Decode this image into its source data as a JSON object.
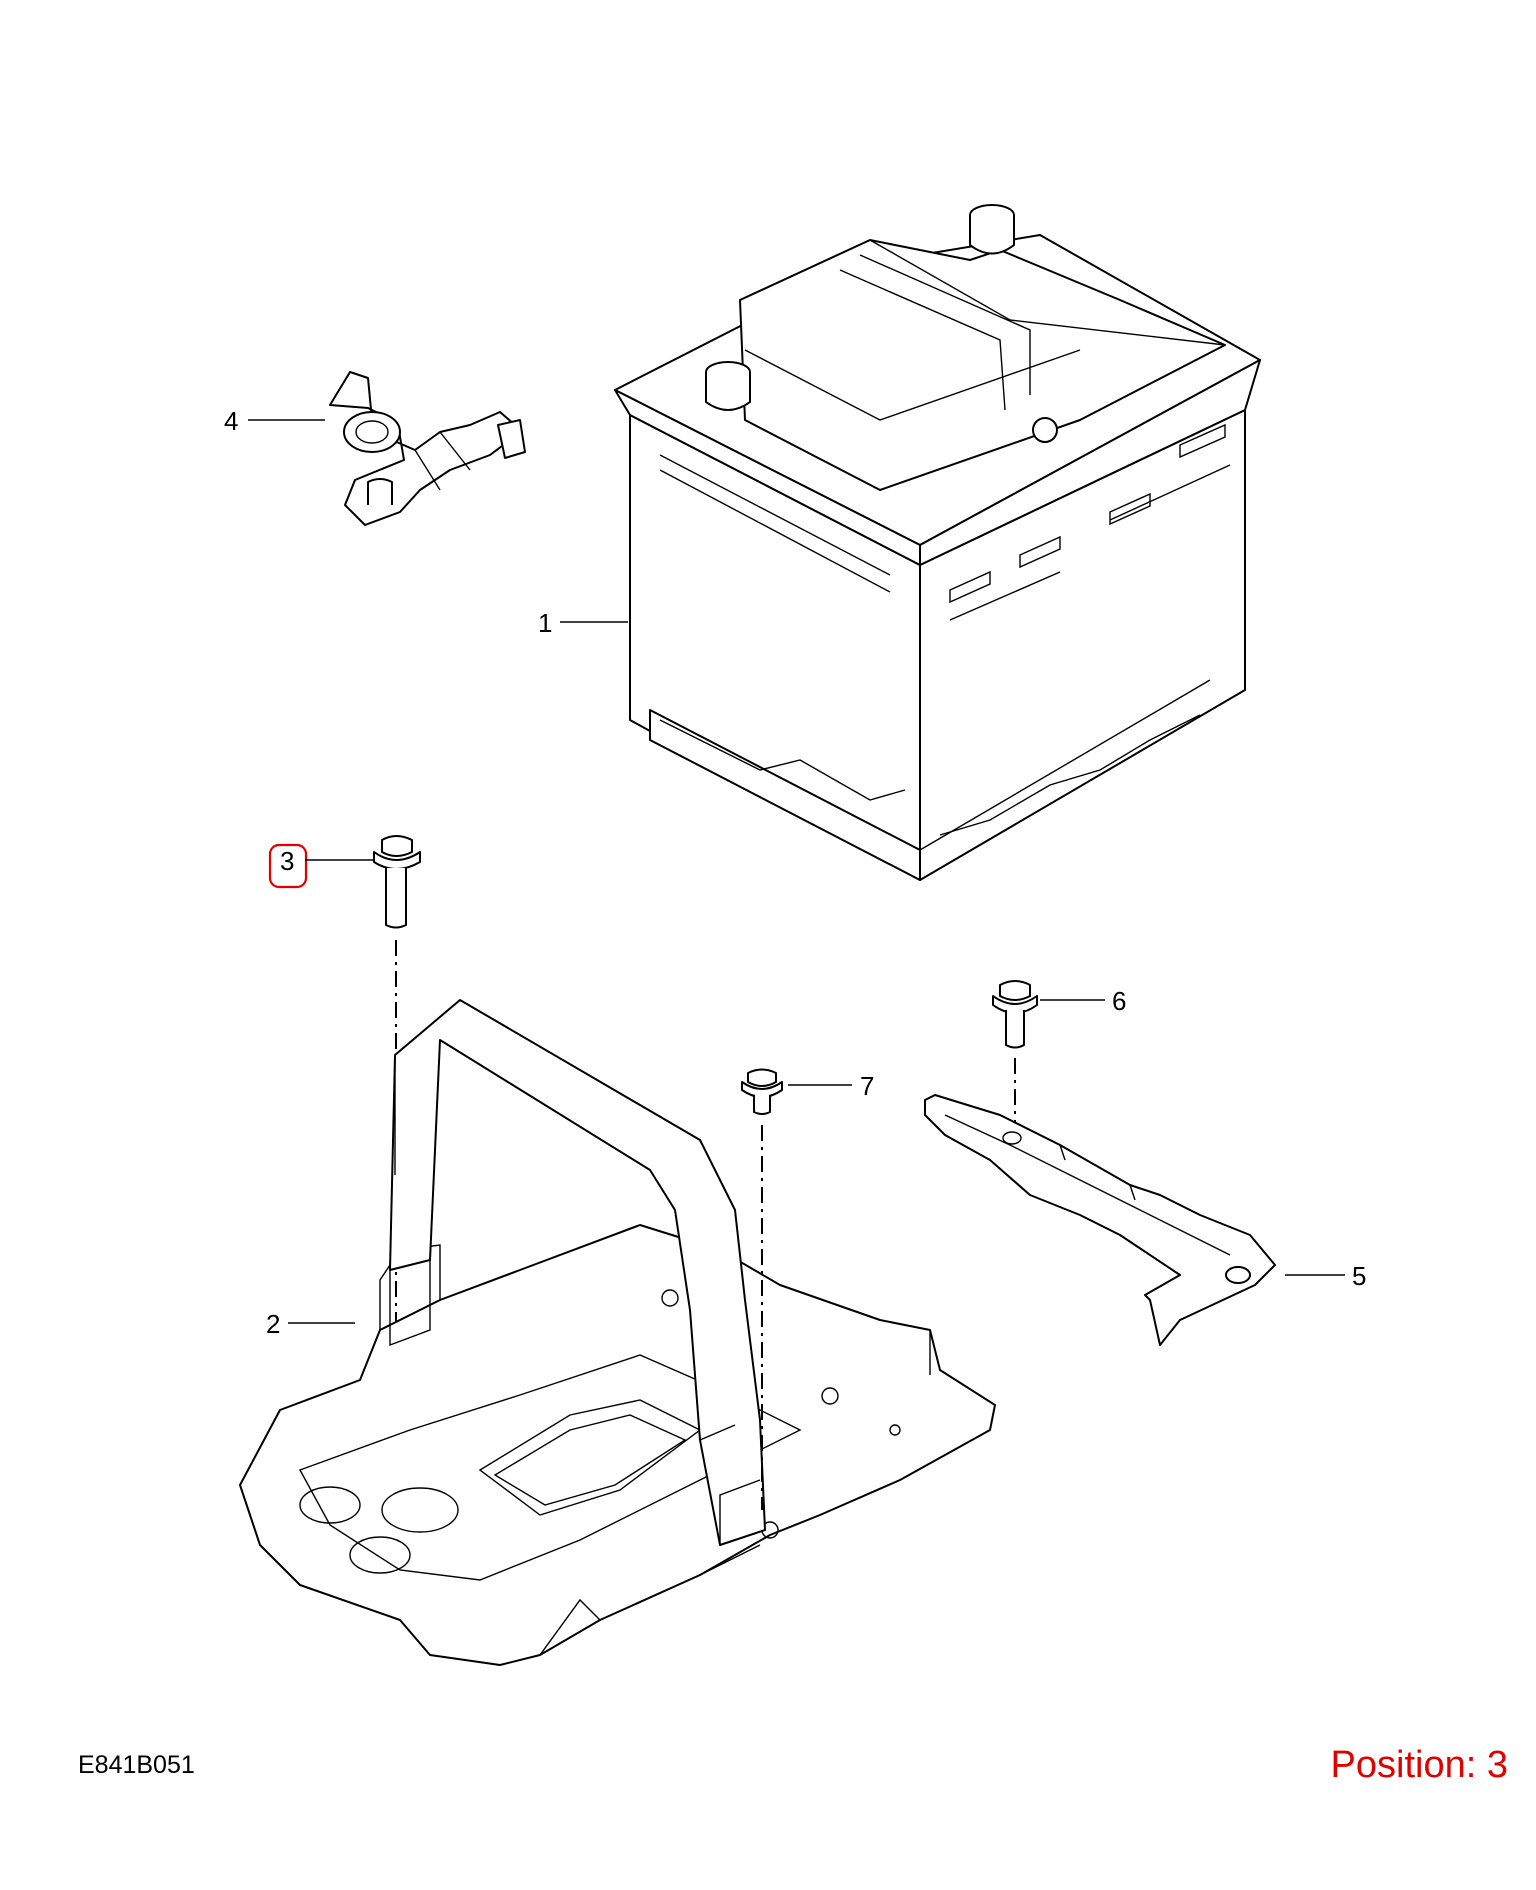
{
  "drawing_code": "E841B051",
  "position_label": "Position: 3",
  "highlight_color": "#e00000",
  "callouts": [
    {
      "id": "1",
      "text": "1"
    },
    {
      "id": "2",
      "text": "2"
    },
    {
      "id": "3",
      "text": "3",
      "highlighted": true
    },
    {
      "id": "4",
      "text": "4"
    },
    {
      "id": "5",
      "text": "5"
    },
    {
      "id": "6",
      "text": "6"
    },
    {
      "id": "7",
      "text": "7"
    }
  ]
}
